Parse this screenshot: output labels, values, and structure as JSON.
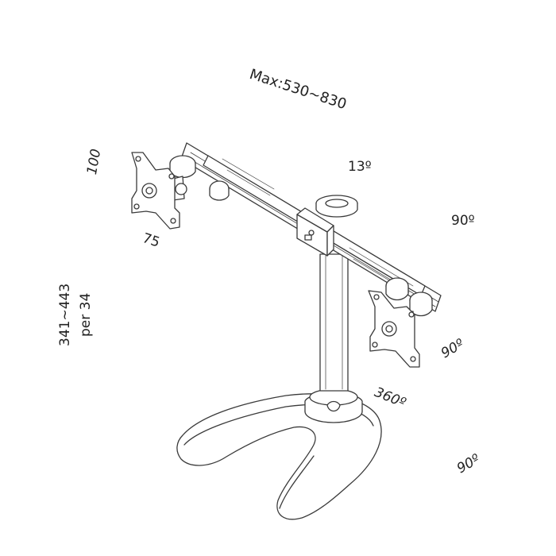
{
  "dimensions": {
    "max_span": "Max:530~830",
    "tilt_top": "13º",
    "rotate_right_top": "90º",
    "vesa_height": "100",
    "vesa_width": "75",
    "height_range": "341~443",
    "height_step": "per 34",
    "rotate_right_mid": "90º",
    "swivel_base": "360º",
    "rotate_bottom": "90º"
  },
  "colors": {
    "line": "#3a3a3a",
    "fill": "#ffffff",
    "text": "#222222"
  }
}
